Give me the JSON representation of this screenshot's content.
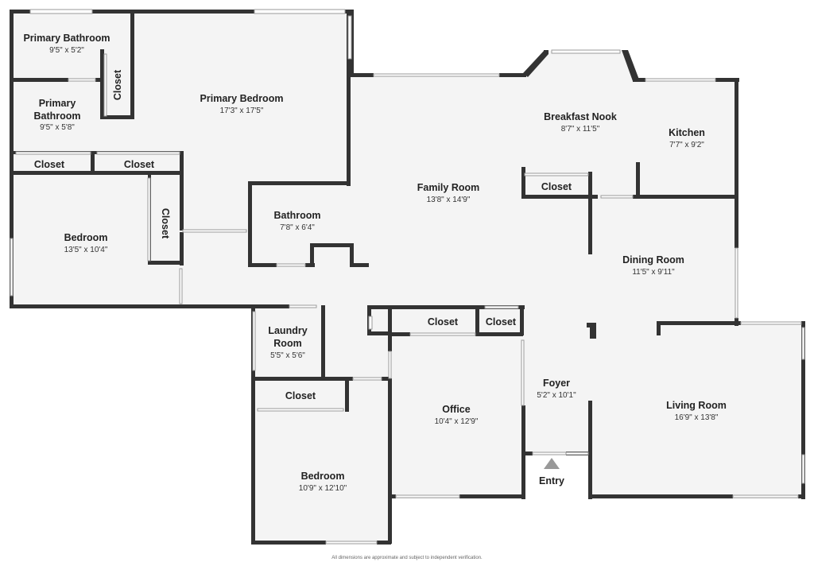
{
  "colors": {
    "wall": "#333333",
    "floor": "#f4f4f4",
    "window": "#9a9a9a",
    "entry_arrow": "#999999"
  },
  "rooms": {
    "primary_bathroom_1": {
      "name": "Primary Bathroom",
      "dims": "9'5\" x 5'2\""
    },
    "primary_bathroom_2": {
      "name_line1": "Primary",
      "name_line2": "Bathroom",
      "dims": "9'5\" x 5'8\""
    },
    "primary_bedroom": {
      "name": "Primary Bedroom",
      "dims": "17'3\" x 17'5\""
    },
    "bedroom_1": {
      "name": "Bedroom",
      "dims": "13'5\" x 10'4\""
    },
    "bathroom": {
      "name": "Bathroom",
      "dims": "7'8\" x 6'4\""
    },
    "family_room": {
      "name": "Family Room",
      "dims": "13'8\" x 14'9\""
    },
    "breakfast_nook": {
      "name": "Breakfast Nook",
      "dims": "8'7\" x 11'5\""
    },
    "kitchen": {
      "name": "Kitchen",
      "dims": "7'7\" x 9'2\""
    },
    "dining_room": {
      "name": "Dining Room",
      "dims": "11'5\" x 9'11\""
    },
    "laundry_room": {
      "name_line1": "Laundry",
      "name_line2": "Room",
      "dims": "5'5\" x 5'6\""
    },
    "office": {
      "name": "Office",
      "dims": "10'4\" x 12'9\""
    },
    "foyer": {
      "name": "Foyer",
      "dims": "5'2\" x 10'1\""
    },
    "living_room": {
      "name": "Living Room",
      "dims": "16'9\" x 13'8\""
    },
    "bedroom_2": {
      "name": "Bedroom",
      "dims": "10'9\" x 12'10\""
    }
  },
  "closets": {
    "label": "Closet"
  },
  "entry_label": "Entry",
  "footer_note": "All dimensions are approximate and subject to independent verification."
}
